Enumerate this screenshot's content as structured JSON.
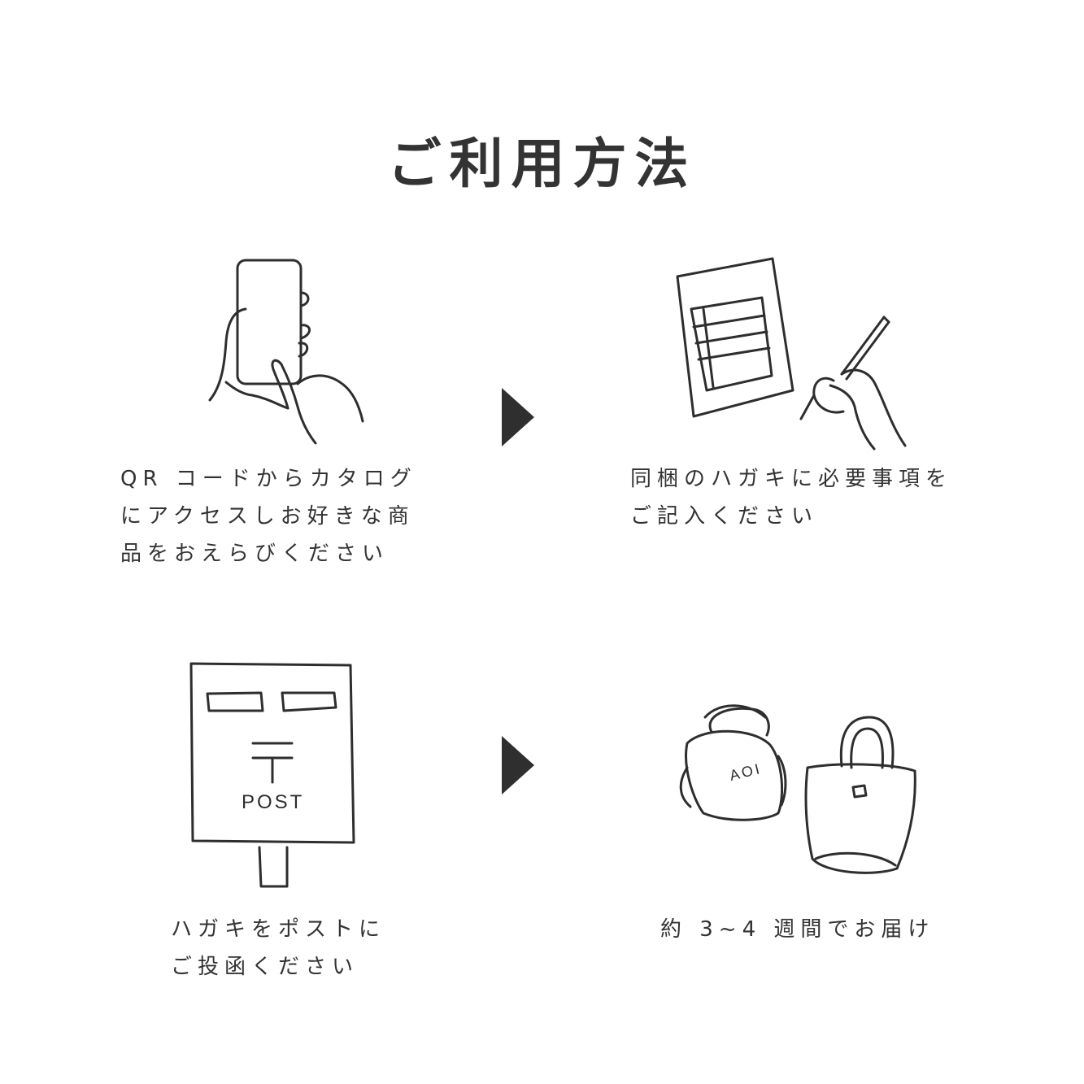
{
  "title": "ご利用方法",
  "steps": [
    {
      "illustration": "smartphone-hand-icon",
      "lines": [
        "QR コードからカタログ",
        "にアクセスしお好きな商",
        "品をおえらびください"
      ]
    },
    {
      "illustration": "postcard-writing-icon",
      "lines": [
        "同梱のハガキに必要事項を",
        "ご記入ください"
      ]
    },
    {
      "illustration": "post-box-icon",
      "postbox_label": "POST",
      "lines": [
        "ハガキをポストに",
        "ご投函ください"
      ]
    },
    {
      "illustration": "bags-icon",
      "bag_label": "AOI",
      "lines": [
        "約 3~4 週間でお届け"
      ]
    }
  ],
  "colors": {
    "text": "#333333",
    "line_art": "#2e2e2e",
    "arrow": "#2f2f2f",
    "background": "#ffffff"
  }
}
